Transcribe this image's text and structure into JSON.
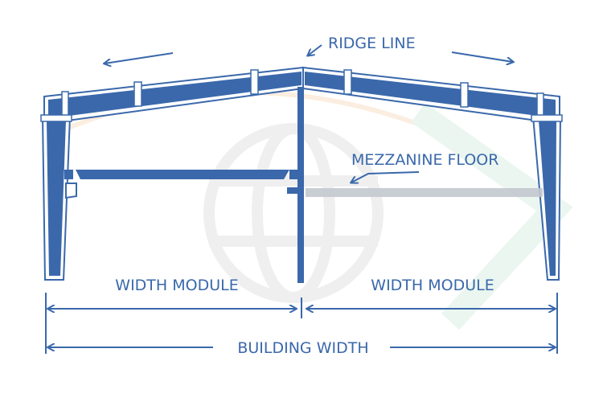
{
  "diagram": {
    "labels": {
      "ridge_line": "RIDGE LINE",
      "mezzanine_floor": "MEZZANINE FLOOR",
      "width_module_left": "WIDTH MODULE",
      "width_module_right": "WIDTH MODULE",
      "building_width": "BUILDING WIDTH"
    },
    "colors": {
      "structure": "#3a68ab",
      "mezzanine_gray": "#c3c8cf",
      "watermark": "#eeeeee"
    }
  }
}
